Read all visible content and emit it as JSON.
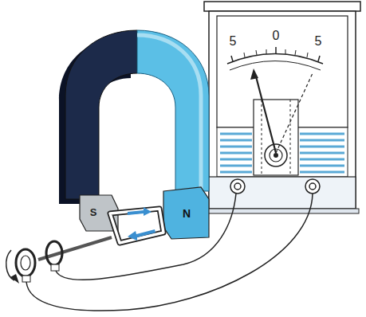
{
  "diagram": {
    "labels": [
      "5",
      "0",
      "5",
      "S",
      "N"
    ]
  }
}
